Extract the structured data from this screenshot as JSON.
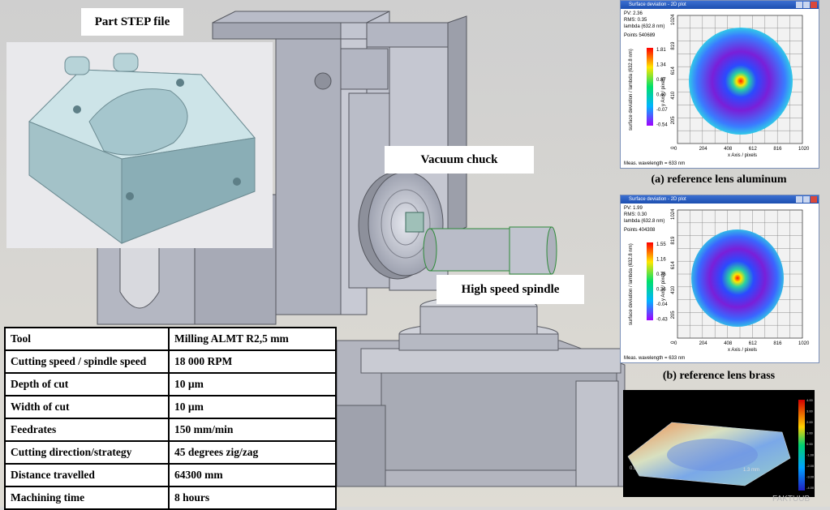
{
  "labels": {
    "part_step_file": "Part STEP file",
    "vacuum_chuck": "Vacuum chuck",
    "high_speed_spindle": "High speed spindle"
  },
  "captions": {
    "a": "(a) reference lens aluminum",
    "b": "(b) reference lens brass"
  },
  "parameters": [
    {
      "key": "Tool",
      "value": "Milling ALMT R2,5 mm"
    },
    {
      "key": "Cutting speed / spindle speed",
      "value": "18 000 RPM"
    },
    {
      "key": "Depth of cut",
      "value": "10 µm"
    },
    {
      "key": "Width of cut",
      "value": "10 µm"
    },
    {
      "key": "Feedrates",
      "value": "150 mm/min"
    },
    {
      "key": "Cutting direction/strategy",
      "value": "45 degrees zig/zag"
    },
    {
      "key": "Distance travelled",
      "value": "64300 mm"
    },
    {
      "key": "Machining time",
      "value": "8 hours"
    }
  ],
  "plot_a": {
    "title": "Surface deviation - 2D plot",
    "pv": "PV:    2.36",
    "rms": "RMS:   0.35",
    "lambda": "lambda (632.8 nm)",
    "points": "Points  540689",
    "scale": [
      "1.81",
      "1.34",
      "0.87",
      "0.40",
      "-0.07",
      "-0.54"
    ],
    "colorbar_label": "surface deviation / lambda (632.8 nm)",
    "x_ticks": [
      "0",
      "204",
      "408",
      "612",
      "816",
      "1020"
    ],
    "y_ticks": [
      "1024",
      "819",
      "614",
      "410",
      "205",
      "0"
    ],
    "x_label": "x Axis / pixels",
    "y_label": "y Axis / pixels",
    "footer": "Meas. wavelength = 633 nm"
  },
  "plot_b": {
    "title": "Surface deviation - 2D plot",
    "pv": "PV:    1.99",
    "rms": "RMS:   0.30",
    "lambda": "lambda (632.8 nm)",
    "points": "Points  404308",
    "scale": [
      "1.55",
      "1.16",
      "0.76",
      "0.36",
      "-0.04",
      "-0.43"
    ],
    "colorbar_label": "surface deviation / lambda (632.8 nm)",
    "x_ticks": [
      "0",
      "204",
      "408",
      "612",
      "816",
      "1020"
    ],
    "y_ticks": [
      "1024",
      "819",
      "614",
      "410",
      "205",
      "0"
    ],
    "x_label": "x Axis / pixels",
    "y_label": "y Axis / pixels",
    "footer": "Meas. wavelength = 633 nm"
  },
  "surface_3d": {
    "left_label": "0.9",
    "dim_label": "1.3 mm",
    "scale": [
      "4.00",
      "3.00",
      "2.00",
      "1.00",
      "0.00",
      "-1.00",
      "-2.00",
      "-3.00",
      "-4.00"
    ]
  },
  "watermark": "FAKTUUB"
}
